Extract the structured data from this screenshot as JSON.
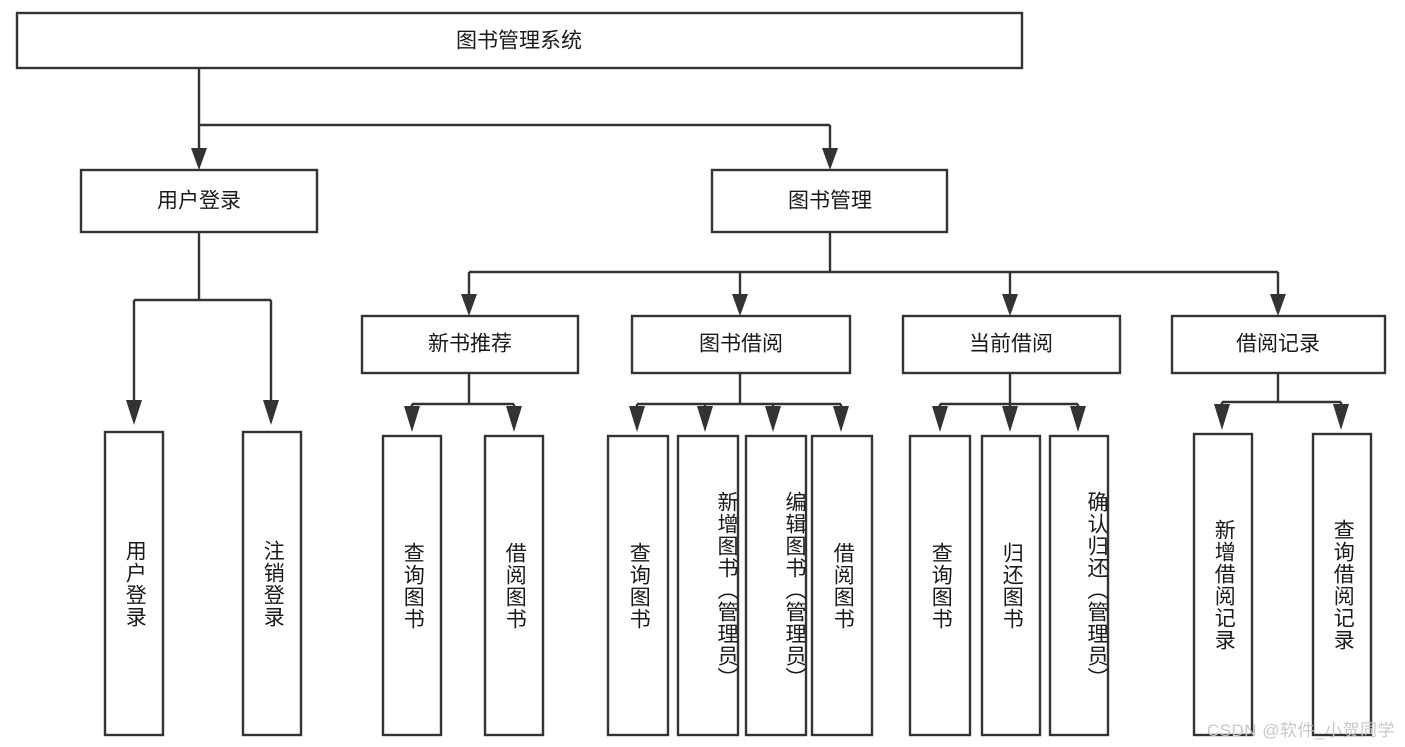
{
  "diagram": {
    "type": "tree",
    "title": "图书管理系统",
    "orientation": "top-down",
    "colors": {
      "box_stroke": "#333333",
      "box_fill": "#ffffff",
      "text": "#1a1a1a",
      "watermark": "#c8c8c8",
      "background": "#ffffff"
    },
    "root": {
      "label": "图书管理系统"
    },
    "level2": [
      {
        "label": "用户登录"
      },
      {
        "label": "图书管理"
      }
    ],
    "level3": [
      {
        "label": "新书推荐"
      },
      {
        "label": "图书借阅"
      },
      {
        "label": "当前借阅"
      },
      {
        "label": "借阅记录"
      }
    ],
    "leaves": {
      "user_login": [
        {
          "label": "用户登录"
        },
        {
          "label": "注销登录"
        }
      ],
      "new_book_recommend": [
        {
          "label": "查询图书"
        },
        {
          "label": "借阅图书"
        }
      ],
      "book_borrow": [
        {
          "label": "查询图书"
        },
        {
          "label": "新增图书（管理员）"
        },
        {
          "label": "编辑图书（管理员）"
        },
        {
          "label": "借阅图书"
        }
      ],
      "current_borrow": [
        {
          "label": "查询图书"
        },
        {
          "label": "归还图书"
        },
        {
          "label": "确认归还（管理员）"
        }
      ],
      "borrow_record": [
        {
          "label": "新增借阅记录"
        },
        {
          "label": "查询借阅记录"
        }
      ]
    }
  },
  "watermark": {
    "text": "CSDN @软件_小贺同学"
  }
}
